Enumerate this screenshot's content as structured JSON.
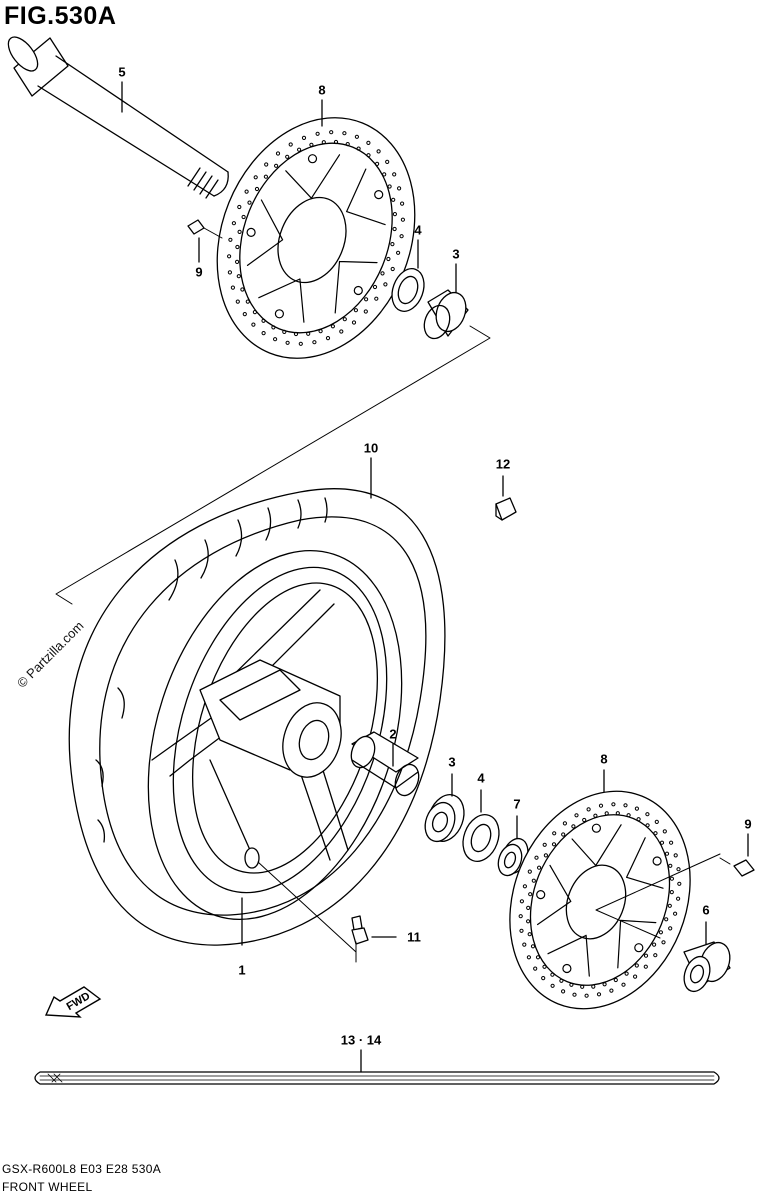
{
  "figure": {
    "title": "FIG.530A",
    "model_code": "GSX-R600L8  E03  E28  530A",
    "section_name": "FRONT WHEEL",
    "watermark": "© Partzilla.com",
    "fwd_label": "FWD"
  },
  "callouts": [
    {
      "id": "c5",
      "text": "5"
    },
    {
      "id": "c8a",
      "text": "8"
    },
    {
      "id": "c9a",
      "text": "9"
    },
    {
      "id": "c4a",
      "text": "4"
    },
    {
      "id": "c3a",
      "text": "3"
    },
    {
      "id": "c10",
      "text": "10"
    },
    {
      "id": "c12",
      "text": "12"
    },
    {
      "id": "c2",
      "text": "2"
    },
    {
      "id": "c3b",
      "text": "3"
    },
    {
      "id": "c4b",
      "text": "4"
    },
    {
      "id": "c7",
      "text": "7"
    },
    {
      "id": "c8b",
      "text": "8"
    },
    {
      "id": "c9b",
      "text": "9"
    },
    {
      "id": "c6",
      "text": "6"
    },
    {
      "id": "c11",
      "text": "11"
    },
    {
      "id": "c1",
      "text": "1"
    },
    {
      "id": "c13",
      "text": "13 · 14"
    }
  ]
}
